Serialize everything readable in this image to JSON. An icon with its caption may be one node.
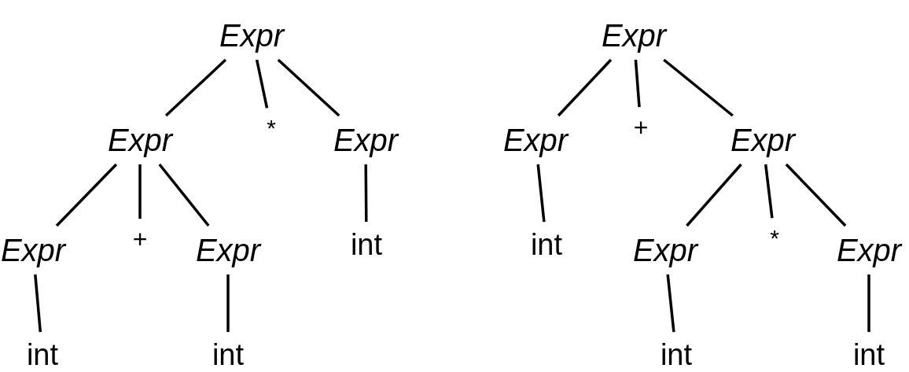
{
  "diagram": {
    "nodes": [
      {
        "text": [
          "Expr"
        ]
      },
      {
        "text": [
          "Expr"
        ]
      },
      {
        "text": [
          "*"
        ]
      },
      {
        "text": [
          "Expr"
        ]
      },
      {
        "text": [
          "Expr"
        ]
      },
      {
        "text": [
          "+"
        ]
      },
      {
        "text": [
          "Expr"
        ]
      },
      {
        "text": [
          "int"
        ]
      },
      {
        "text": [
          "int"
        ]
      },
      {
        "text": [
          "int"
        ]
      },
      {
        "text": [
          "Expr"
        ]
      },
      {
        "text": [
          "Expr"
        ]
      },
      {
        "text": [
          "+"
        ]
      },
      {
        "text": [
          "Expr"
        ]
      },
      {
        "text": [
          "int"
        ]
      },
      {
        "text": [
          "Expr"
        ]
      },
      {
        "text": [
          "*"
        ]
      },
      {
        "text": [
          "Expr"
        ]
      },
      {
        "text": [
          "int"
        ]
      },
      {
        "text": [
          "int"
        ]
      }
    ],
    "edges": [
      {
        "from": 0,
        "to": 1,
        "arrow": "none"
      },
      {
        "from": 0,
        "to": 2,
        "arrow": "none"
      },
      {
        "from": 0,
        "to": 3,
        "arrow": "none"
      },
      {
        "from": 1,
        "to": 4,
        "arrow": "none"
      },
      {
        "from": 1,
        "to": 5,
        "arrow": "none"
      },
      {
        "from": 1,
        "to": 6,
        "arrow": "none"
      },
      {
        "from": 3,
        "to": 7,
        "arrow": "none"
      },
      {
        "from": 4,
        "to": 8,
        "arrow": "none"
      },
      {
        "from": 6,
        "to": 9,
        "arrow": "none"
      },
      {
        "from": 10,
        "to": 11,
        "arrow": "none"
      },
      {
        "from": 10,
        "to": 12,
        "arrow": "none"
      },
      {
        "from": 10,
        "to": 13,
        "arrow": "none"
      },
      {
        "from": 11,
        "to": 14,
        "arrow": "none"
      },
      {
        "from": 13,
        "to": 15,
        "arrow": "none"
      },
      {
        "from": 13,
        "to": 16,
        "arrow": "none"
      },
      {
        "from": 13,
        "to": 17,
        "arrow": "none"
      },
      {
        "from": 15,
        "to": 18,
        "arrow": "none"
      },
      {
        "from": 17,
        "to": 19,
        "arrow": "none"
      }
    ]
  }
}
